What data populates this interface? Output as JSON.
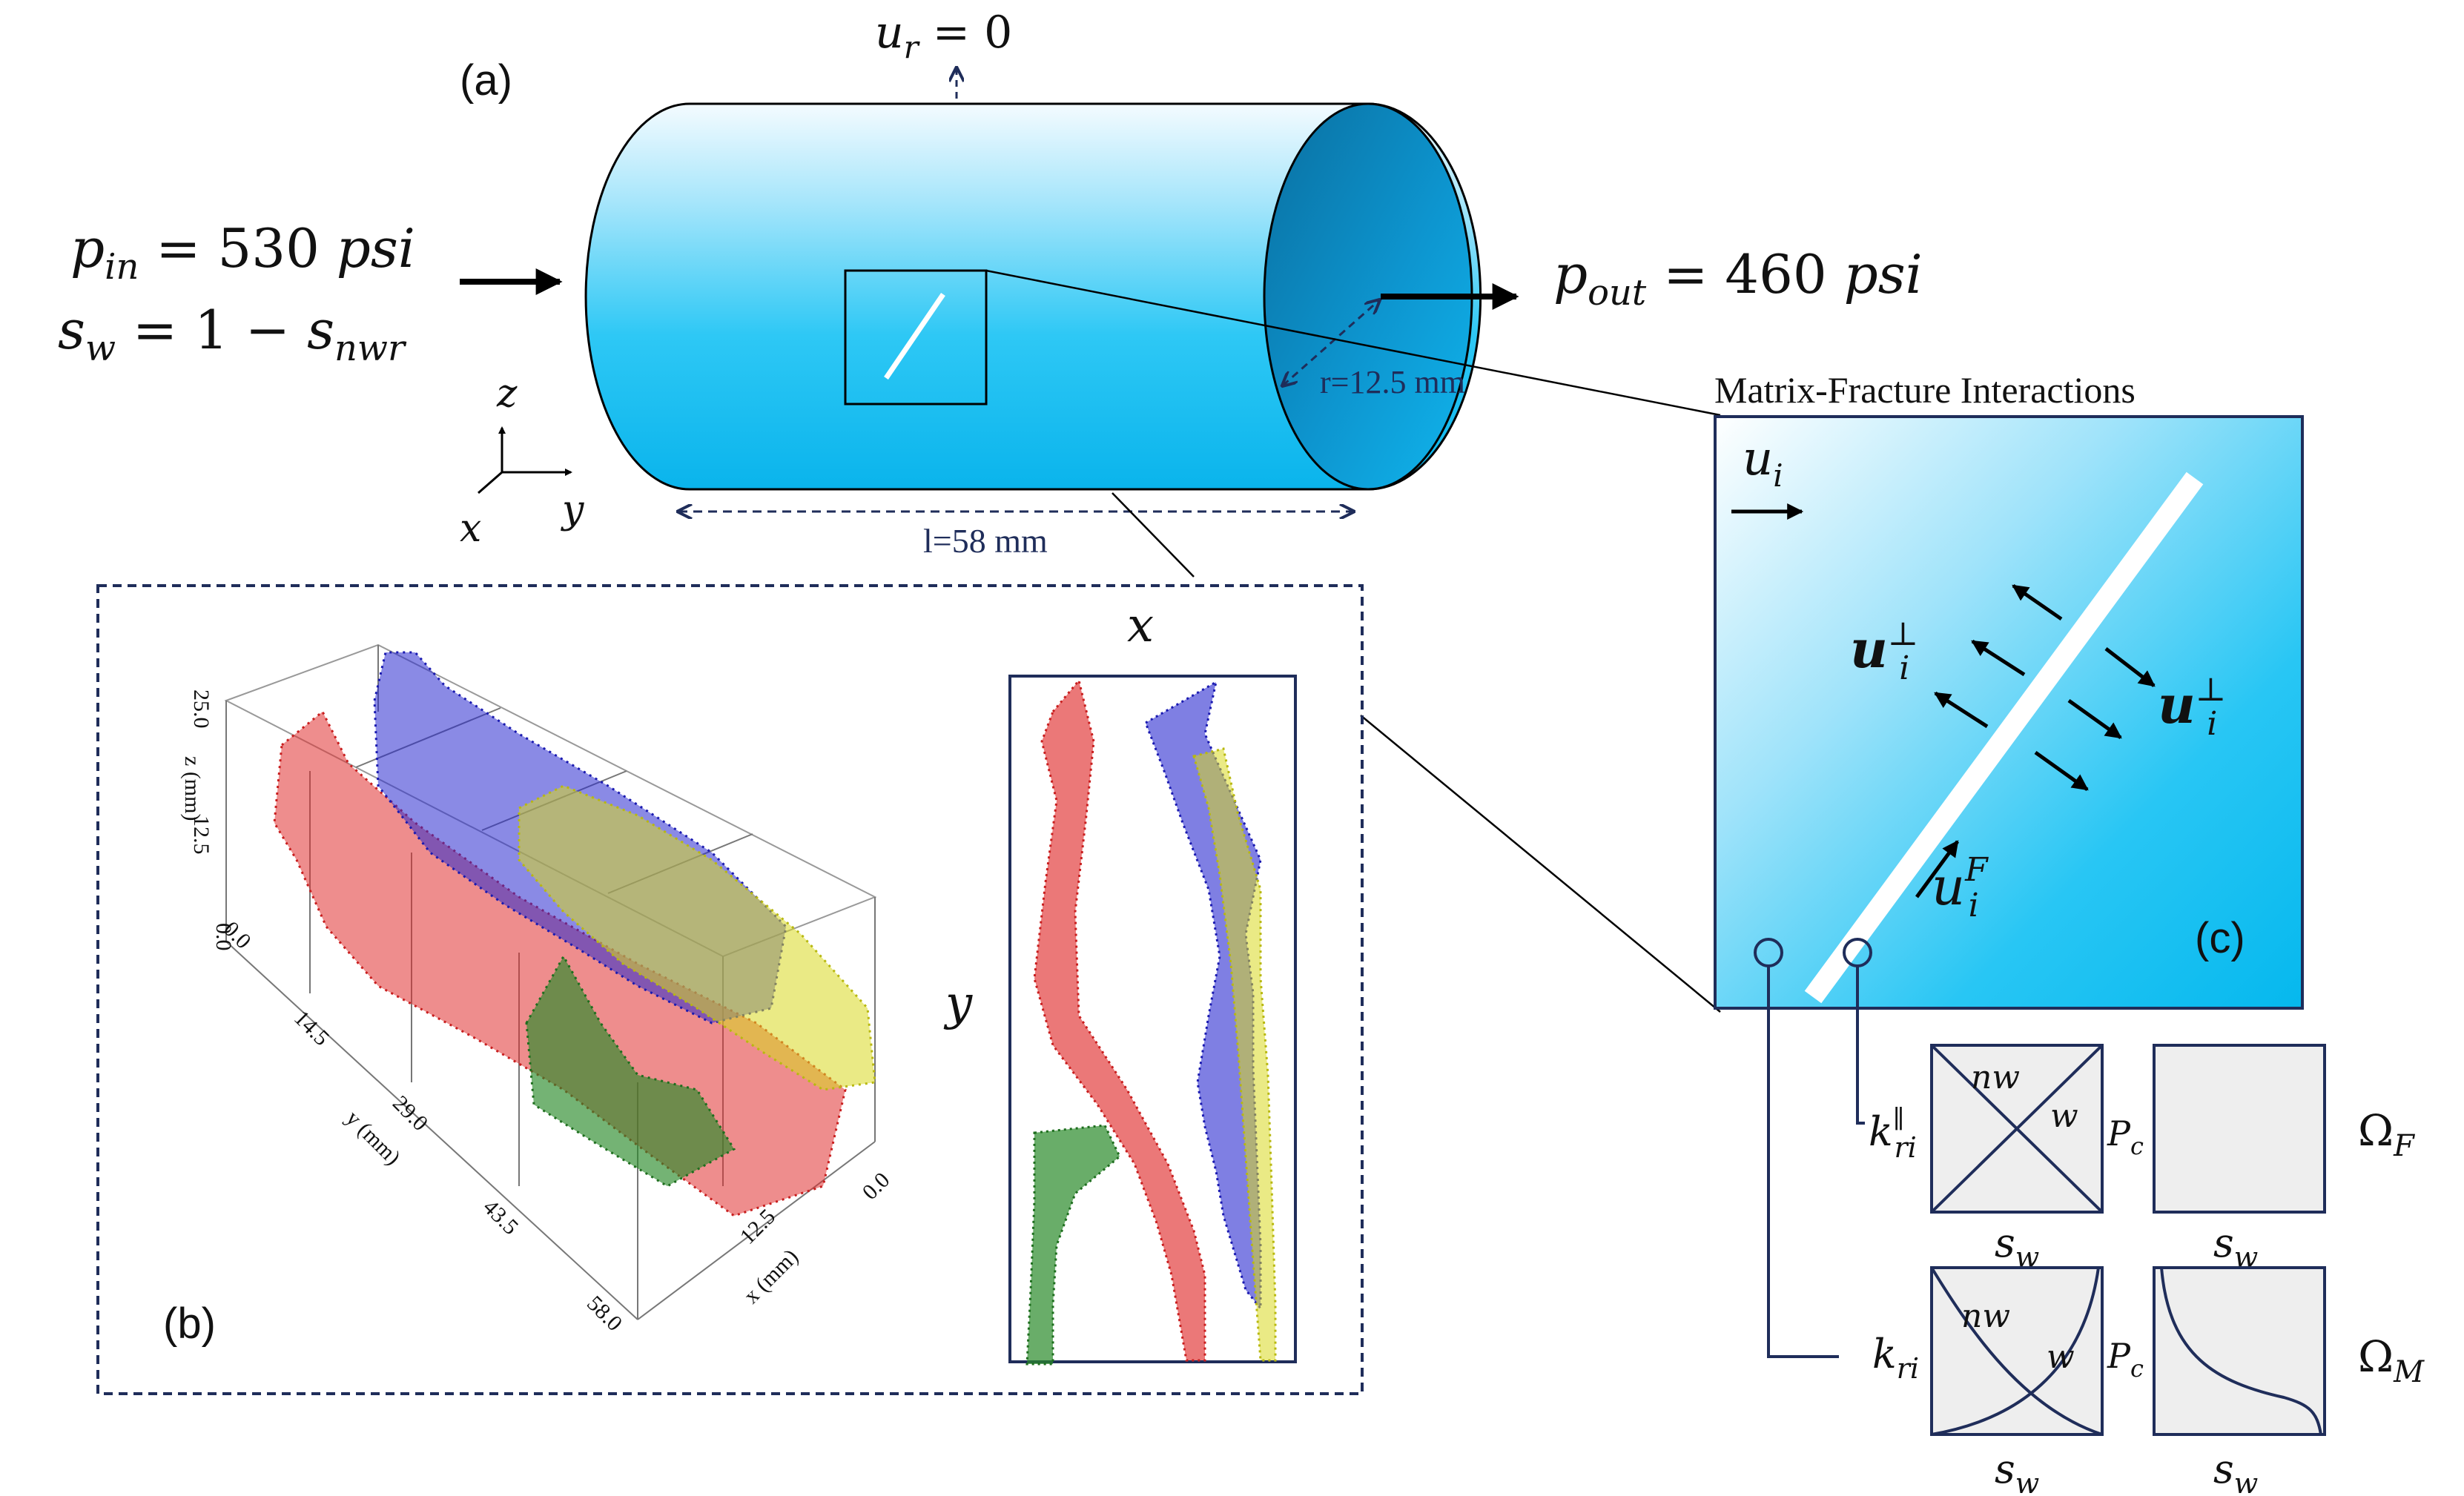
{
  "panel_a": {
    "label": "(a)",
    "ur_label": {
      "var": "u",
      "sub": "r",
      "eq": " = 0"
    },
    "pin_label": {
      "var": "p",
      "sub": "in",
      "eq": " = 530 ",
      "unit": "psi"
    },
    "sw_label": {
      "var": "s",
      "sub": "w",
      "eq": " = 1 − ",
      "var2": "s",
      "sub2": "nwr"
    },
    "pout_label": {
      "var": "p",
      "sub": "out",
      "eq": " = 460 ",
      "unit": "psi"
    },
    "radius_label": "r=12.5 mm",
    "length_label": "l=58 mm",
    "axes": {
      "z": "z",
      "x": "x",
      "y": "y"
    }
  },
  "panel_b": {
    "label": "(b)",
    "z_axis_label": "z (mm)",
    "z_ticks": [
      "25.0",
      "12.5",
      "0.0"
    ],
    "y_axis_label": "y (mm)",
    "y_ticks": [
      "0.0",
      "14.5",
      "29.0",
      "43.5",
      "58.0"
    ],
    "x_axis_label": "x (mm)",
    "x_ticks": [
      "12.5",
      "0.0"
    ],
    "top_view_x": "x",
    "top_view_y": "y",
    "fracture_colors": [
      "#e03030",
      "#2a2ad0",
      "#d8d820",
      "#2a8a2a"
    ]
  },
  "panel_c": {
    "title": "Matrix-Fracture Interactions",
    "label": "(c)",
    "ui": {
      "var": "u",
      "sub": "i"
    },
    "ui_perp": {
      "var": "u",
      "sub": "i",
      "sup": "⊥"
    },
    "uiF": {
      "var": "u",
      "sub": "i",
      "sup": "F"
    },
    "fracture_kr": {
      "var": "k",
      "sub": "ri",
      "sup": "∥"
    },
    "matrix_kr": {
      "var": "k",
      "sub": "ri"
    },
    "pc": {
      "var": "P",
      "sub": "c"
    },
    "nw": "nw",
    "w": "w",
    "sw": {
      "var": "s",
      "sub": "w"
    },
    "omega_f": {
      "sym": "Ω",
      "sub": "F"
    },
    "omega_m": {
      "sym": "Ω",
      "sub": "M"
    }
  }
}
